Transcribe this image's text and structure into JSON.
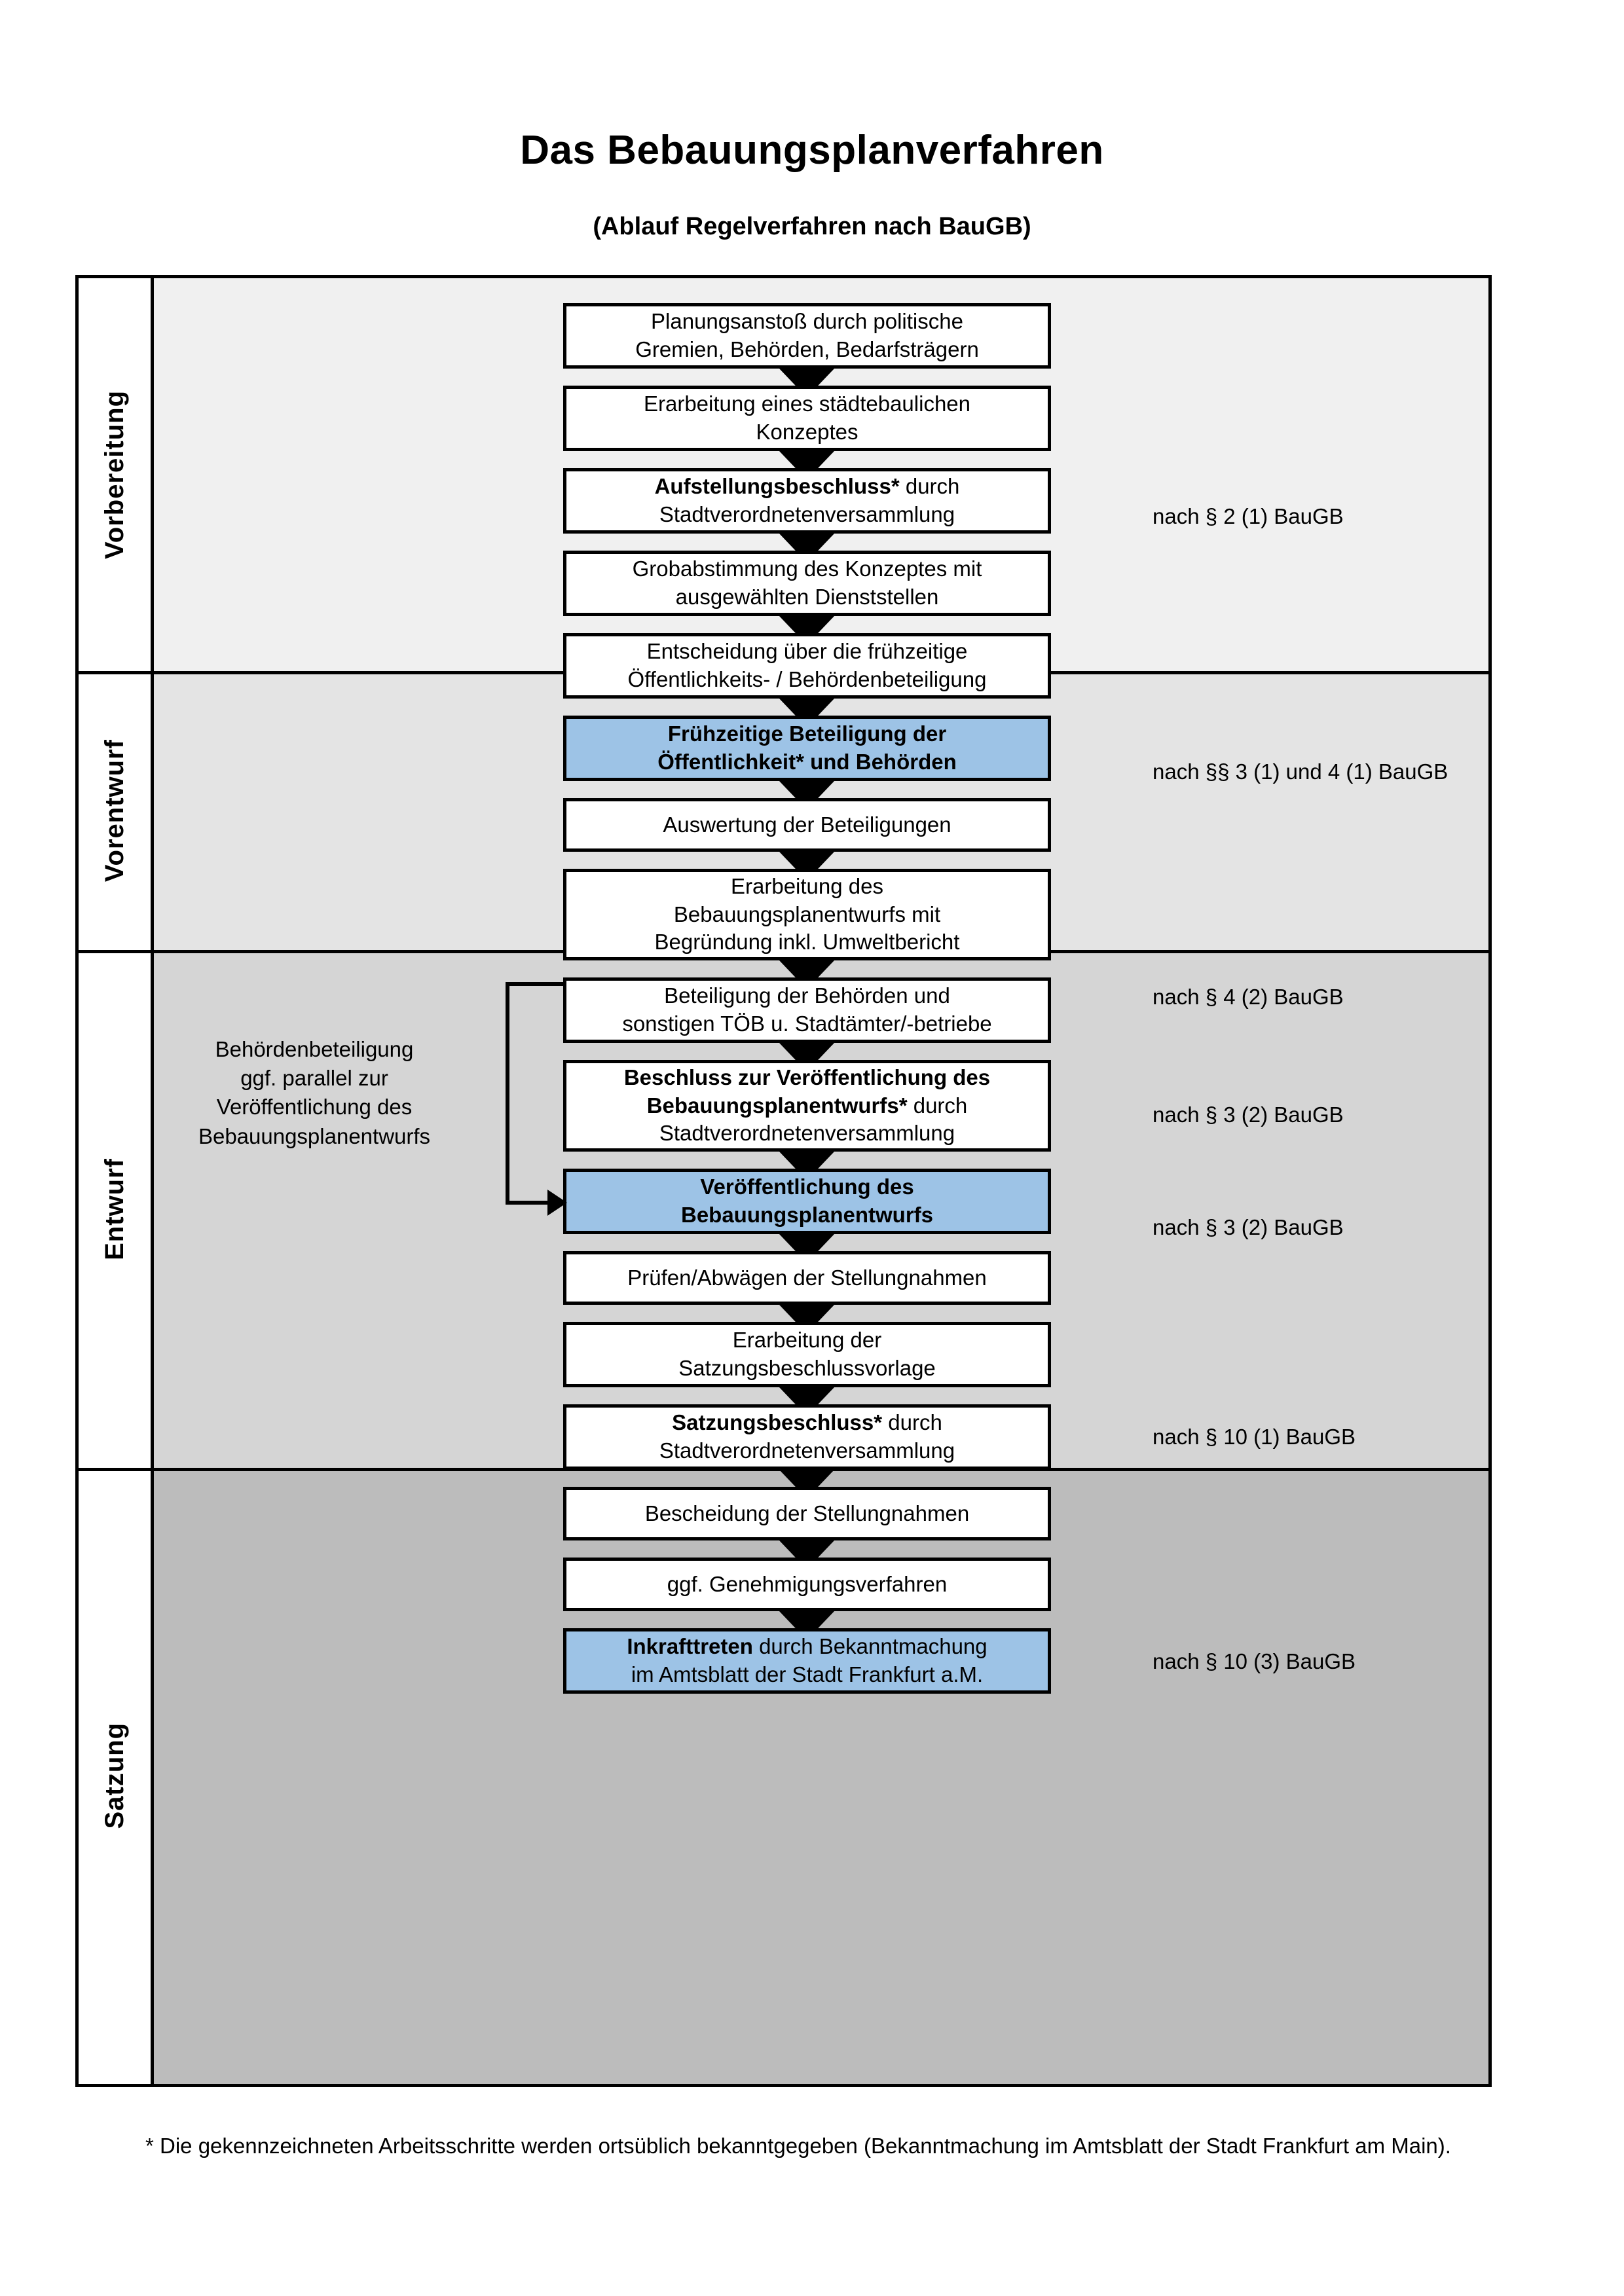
{
  "title": "Das Bebauungsplanverfahren",
  "subtitle": "(Ablauf Regelverfahren nach BauGB)",
  "phases": [
    {
      "label": "Vorbereitung",
      "bg": "#F0F0F0"
    },
    {
      "label": "Vorentwurf",
      "bg": "#E4E4E4"
    },
    {
      "label": "Entwurf",
      "bg": "#D5D5D5"
    },
    {
      "label": "Satzung",
      "bg": "#BCBCBC"
    }
  ],
  "steps": [
    {
      "id": "planungsanstoss",
      "text": "Planungsanstoß durch politische Gremien, Behörden, Bedarfsträgern",
      "bold": "",
      "blue": false
    },
    {
      "id": "staedtebauliches-konzept",
      "text": "Erarbeitung eines städtebaulichen Konzeptes",
      "bold": "",
      "blue": false
    },
    {
      "id": "aufstellungsbeschluss",
      "text": "Aufstellungsbeschluss* durch Stadtverordnetenversammlung",
      "bold": "Aufstellungsbeschluss*",
      "blue": false
    },
    {
      "id": "grobabstimmung",
      "text": "Grobabstimmung des Konzeptes mit ausgewählten Dienststellen",
      "bold": "",
      "blue": false
    },
    {
      "id": "entscheidung-fruehzeitig",
      "text": "Entscheidung über die frühzeitige Öffentlichkeits- / Behördenbeteiligung",
      "bold": "",
      "blue": false
    },
    {
      "id": "fruehzeitige-beteiligung",
      "text": "Frühzeitige Beteiligung der Öffentlichkeit* und Behörden",
      "bold": "Frühzeitige Beteiligung der Öffentlichkeit* und Behörden",
      "blue": true
    },
    {
      "id": "auswertung-beteiligungen",
      "text": "Auswertung der Beteiligungen",
      "bold": "",
      "blue": false
    },
    {
      "id": "erarbeitung-entwurf",
      "text": "Erarbeitung des Bebauungsplanentwurfs mit Begründung inkl. Umweltbericht",
      "bold": "",
      "blue": false
    },
    {
      "id": "beteiligung-behoerden",
      "text": "Beteiligung der Behörden und sonstigen TÖB u. Stadtämter/-betriebe",
      "bold": "",
      "blue": false
    },
    {
      "id": "beschluss-veroeffentlichung",
      "text": "Beschluss zur Veröffentlichung des Bebauungsplanentwurfs* durch Stadtverordnetenversammlung",
      "bold": "Beschluss zur Veröffentlichung des Bebauungsplanentwurfs*",
      "blue": false
    },
    {
      "id": "veroeffentlichung-entwurf",
      "text": "Veröffentlichung des Bebauungsplanentwurfs",
      "bold": "Veröffentlichung des Bebauungsplanentwurfs",
      "blue": true
    },
    {
      "id": "pruefen-abwaegen",
      "text": "Prüfen/Abwägen der Stellungnahmen",
      "bold": "",
      "blue": false
    },
    {
      "id": "satzungsbeschlussvorlage",
      "text": "Erarbeitung der Satzungsbeschlussvorlage",
      "bold": "",
      "blue": false
    },
    {
      "id": "satzungsbeschluss",
      "text": "Satzungsbeschluss* durch Stadtverordnetenversammlung",
      "bold": "Satzungsbeschluss*",
      "blue": false
    },
    {
      "id": "bescheidung-stellungnahmen",
      "text": "Bescheidung der Stellungnahmen",
      "bold": "",
      "blue": false
    },
    {
      "id": "genehmigungsverfahren",
      "text": "ggf. Genehmigungsverfahren",
      "bold": "",
      "blue": false
    },
    {
      "id": "inkrafttreten",
      "text": "Inkrafttreten durch Bekanntmachung im Amtsblatt der Stadt Frankfurt a.M.",
      "bold": "Inkrafttreten",
      "blue": true
    }
  ],
  "step_lines": {
    "planungsanstoss": [
      "Planungsanstoß durch politische",
      "Gremien, Behörden, Bedarfsträgern"
    ],
    "staedtebauliches_konzept": [
      "Erarbeitung eines städtebaulichen",
      "Konzeptes"
    ],
    "aufstellungsbeschluss": [
      "Aufstellungsbeschluss* durch",
      "Stadtverordnetenversammlung"
    ],
    "grobabstimmung": [
      "Grobabstimmung des Konzeptes mit",
      "ausgewählten Dienststellen"
    ],
    "entscheidung_fruehzeitig": [
      "Entscheidung über die frühzeitige",
      "Öffentlichkeits- / Behördenbeteiligung"
    ],
    "fruehzeitige_beteiligung": [
      "Frühzeitige Beteiligung der",
      "Öffentlichkeit* und Behörden"
    ],
    "auswertung_beteiligungen": [
      "Auswertung der Beteiligungen"
    ],
    "erarbeitung_entwurf": [
      "Erarbeitung des",
      "Bebauungsplanentwurfs mit",
      "Begründung inkl. Umweltbericht"
    ],
    "beteiligung_behoerden": [
      "Beteiligung der Behörden und",
      "sonstigen TÖB u. Stadtämter/-betriebe"
    ],
    "beschluss_veroeffentlichung": [
      "Beschluss zur Veröffentlichung des",
      "Bebauungsplanentwurfs* durch",
      "Stadtverordnetenversammlung"
    ],
    "veroeffentlichung_entwurf": [
      "Veröffentlichung des",
      "Bebauungsplanentwurfs"
    ],
    "pruefen_abwaegen": [
      "Prüfen/Abwägen der Stellungnahmen"
    ],
    "satzungsbeschlussvorlage": [
      "Erarbeitung der",
      "Satzungsbeschlussvorlage"
    ],
    "satzungsbeschluss": [
      "Satzungsbeschluss* durch",
      "Stadtverordnetenversammlung"
    ],
    "bescheidung_stellungnahmen": [
      "Bescheidung der Stellungnahmen"
    ],
    "genehmigungsverfahren": [
      "ggf. Genehmigungsverfahren"
    ],
    "inkrafttreten": [
      "Inkrafttreten durch Bekanntmachung",
      "im Amtsblatt der Stadt Frankfurt a.M."
    ]
  },
  "references": [
    {
      "id": "ref-par2-1",
      "text": "nach § 2 (1) BauGB"
    },
    {
      "id": "ref-par3-4-1",
      "text": "nach §§ 3 (1) und 4 (1) BauGB"
    },
    {
      "id": "ref-par4-2",
      "text": "nach § 4 (2) BauGB"
    },
    {
      "id": "ref-par3-2a",
      "text": "nach § 3 (2) BauGB"
    },
    {
      "id": "ref-par3-2b",
      "text": "nach § 3 (2) BauGB"
    },
    {
      "id": "ref-par10-1",
      "text": "nach § 10 (1) BauGB"
    },
    {
      "id": "ref-par10-3",
      "text": "nach § 10 (3) BauGB"
    }
  ],
  "sidenote_lines": [
    "Behördenbeteiligung",
    "ggf. parallel zur",
    "Veröffentlichung des",
    "Bebauungsplanentwurfs"
  ],
  "footnote": "* Die gekennzeichneten Arbeitsschritte werden ortsüblich bekanntgegeben (Bekanntmachung im Amtsblatt  der Stadt Frankfurt am Main).",
  "colors": {
    "highlight_blue": "#9DC3E6",
    "band1": "#F0F0F0",
    "band2": "#E4E4E4",
    "band3": "#D5D5D5",
    "band4": "#BCBCBC",
    "line": "#000000"
  }
}
